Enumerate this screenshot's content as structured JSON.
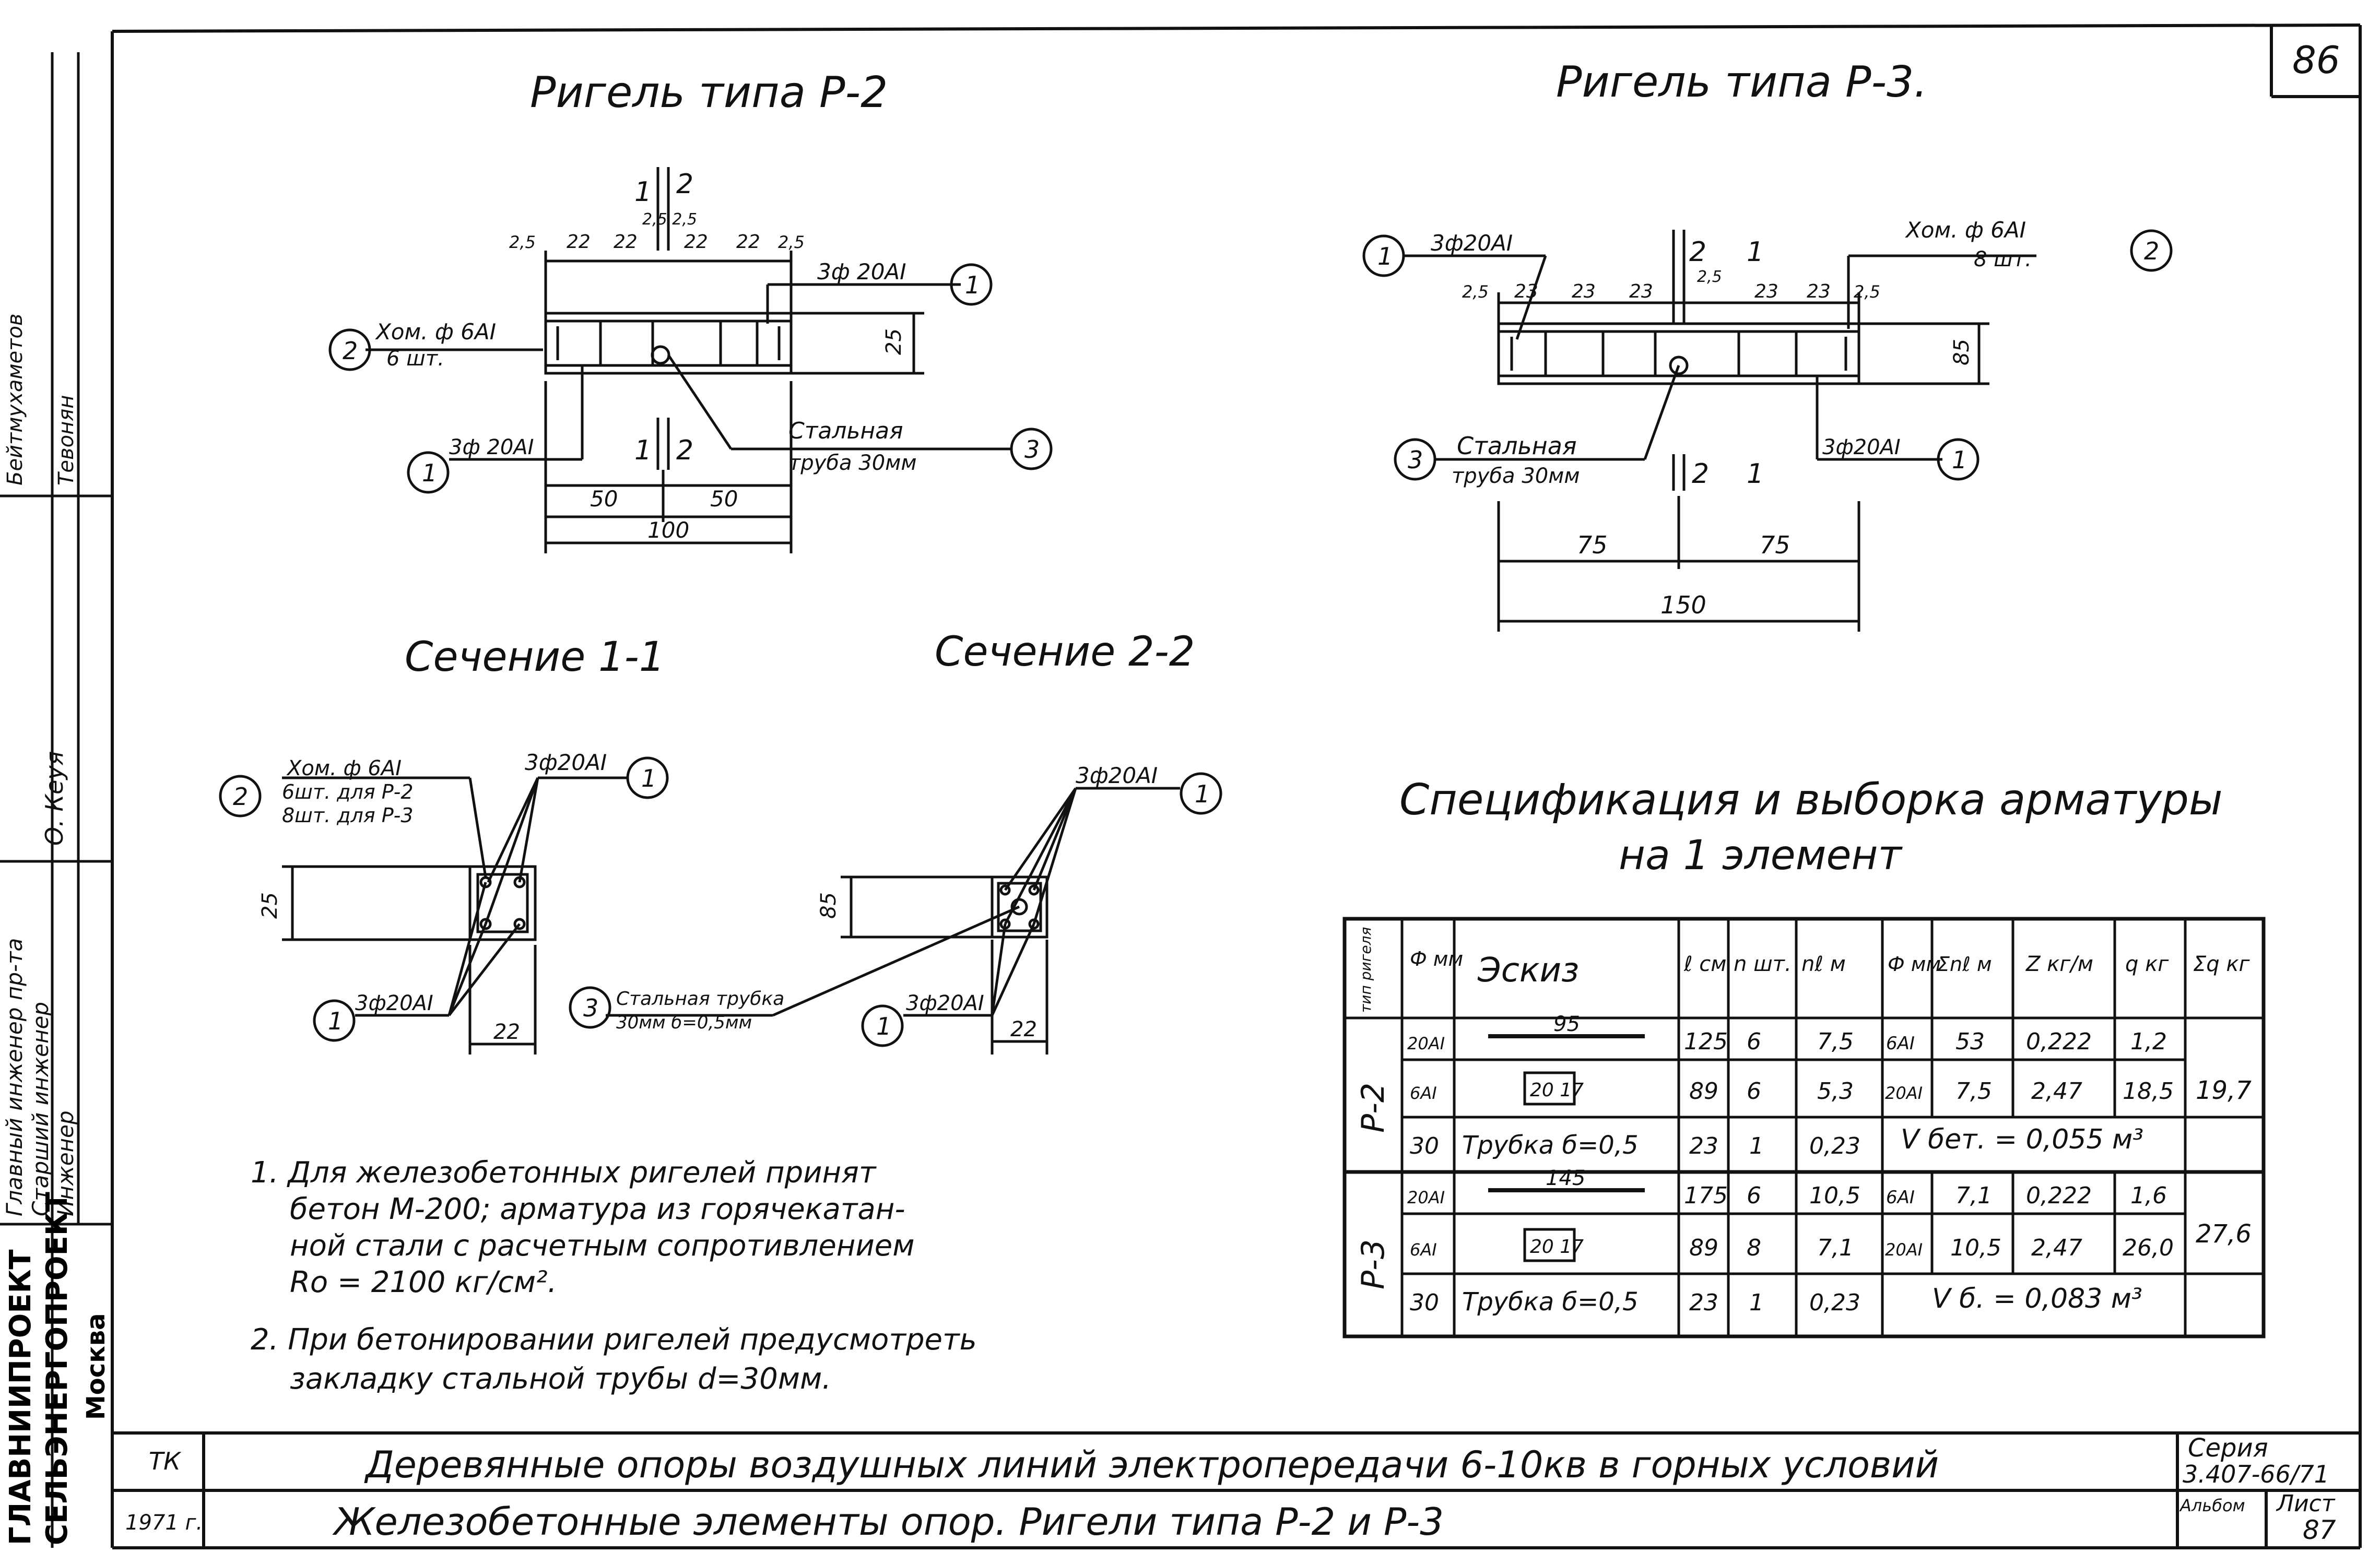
{
  "sheet_number": "86",
  "stamp": {
    "roles": [
      "Главный инженер пр-та",
      "Старший инженер",
      "Инженер"
    ],
    "names": [
      "Бейтмухаметов",
      "О. Кеуя",
      "Тевонян"
    ],
    "organization": [
      "ГЛАВНИИПРОЕКТ",
      "СЕЛЬЭНЕРГОПРОЕКТ",
      "Москва"
    ]
  },
  "titles": {
    "p2": "Ригель типа Р-2",
    "p3": "Ригель типа Р-3.",
    "sec11": "Сечение 1-1",
    "sec22": "Сечение 2-2",
    "spec_line1": "Спецификация и выборка арматуры",
    "spec_line2": "на 1 элемент"
  },
  "p2": {
    "dims_top": [
      "2,5",
      "22",
      "22",
      "2,5 2,5",
      "22",
      "22",
      "2,5"
    ],
    "cut_labels": [
      "1",
      "2"
    ],
    "rebar_main": "3ф 20АI",
    "stirrup": "Хом. ф 6АI",
    "stirrup_count": "6 шт.",
    "pipe1": "Стальная",
    "pipe2": "труба    30мм",
    "height": "25",
    "half_left": "50",
    "half_right": "50",
    "length": "100",
    "markers": [
      "1",
      "2",
      "3"
    ]
  },
  "p3": {
    "rebar_main": "3ф20АI",
    "stirrup": "Хом. ф 6АI",
    "stirrup_count": "8 шт.",
    "dims_top": [
      "2,5",
      "23",
      "23",
      "23",
      "2,5",
      "23",
      "23",
      "2,5"
    ],
    "pipe1": "Стальная",
    "pipe2": "труба    30мм",
    "height": "85",
    "half_left": "75",
    "half_right": "75",
    "length": "150",
    "cut_labels": [
      "2",
      "1"
    ]
  },
  "sec11": {
    "stirrup": "Хом. ф 6АI",
    "count_p2": "6шт. для Р-2",
    "count_p3": "8шт. для Р-3",
    "rebar": "3ф20АI",
    "height": "25",
    "width": "22"
  },
  "sec22": {
    "rebar": "3ф20АI",
    "pipe1": "Стальная трубка",
    "pipe2": "30мм  б=0,5мм",
    "height": "85",
    "width": "22"
  },
  "table": {
    "headers": [
      "тип ригеля",
      "Ф мм",
      "Эскиз",
      "ℓ см",
      "n шт.",
      "nℓ м",
      "Ф мм",
      "Σnℓ м",
      "Z кг/м",
      "q кг",
      "Σq кг"
    ],
    "groups": [
      {
        "type": "Р-2",
        "rows": [
          {
            "d": "20АI",
            "sketch": "95",
            "l": "125",
            "n": "6",
            "nl": "7,5",
            "d2": "6АI",
            "snl": "53",
            "z": "0,222",
            "q": "1,2"
          },
          {
            "d": "6АI",
            "sketch": "20 17",
            "l": "89",
            "n": "6",
            "nl": "5,3",
            "d2": "20АI",
            "snl": "7,5",
            "z": "2,47",
            "q": "18,5"
          },
          {
            "d": "30",
            "sketch": "Трубка б=0,5",
            "l": "23",
            "n": "1",
            "nl": "0,23",
            "merged": "V бет. = 0,055 м³"
          }
        ],
        "total": "19,7"
      },
      {
        "type": "Р-3",
        "rows": [
          {
            "d": "20АI",
            "sketch": "145",
            "l": "175",
            "n": "6",
            "nl": "10,5",
            "d2": "6АI",
            "snl": "7,1",
            "z": "0,222",
            "q": "1,6"
          },
          {
            "d": "6АI",
            "sketch": "20 17",
            "l": "89",
            "n": "8",
            "nl": "7,1",
            "d2": "20АI",
            "snl": "10,5",
            "z": "2,47",
            "q": "26,0"
          },
          {
            "d": "30",
            "sketch": "Трубка б=0,5",
            "l": "23",
            "n": "1",
            "nl": "0,23",
            "merged": "V б. = 0,083 м³"
          }
        ],
        "total": "27,6"
      }
    ]
  },
  "notes": [
    "1. Для железобетонных ригелей принят",
    "бетон М-200; арматура из горячекатан-",
    "ной стали с расчетным сопротивлением",
    "Ro = 2100 кг/см².",
    "2. При бетонировании ригелей предусмотреть",
    "закладку стальной трубы d=30мм."
  ],
  "title_block": {
    "tk": "ТК",
    "year": "1971 г.",
    "row1": "Деревянные опоры воздушных линий электропередачи 6-10кв в горных условий",
    "row2": "Железобетонные элементы опор. Ригели типа Р-2 и Р-3",
    "seria_label": "Серия",
    "seria": "3.407-66/71",
    "album_label": "Альбом",
    "sheet_label": "Лист",
    "sheet": "87"
  }
}
